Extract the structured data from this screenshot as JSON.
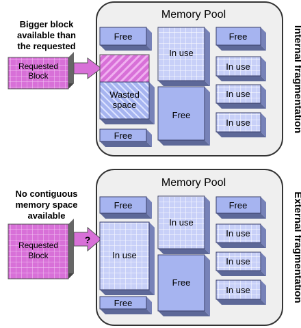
{
  "panels": [
    {
      "title": "Memory Pool",
      "side_label": "Internal fragmentation",
      "caption": [
        "Bigger block",
        "available than",
        "the requested"
      ],
      "request_label": [
        "Requested",
        "Block"
      ],
      "arrow_symbol": "",
      "blocks": [
        {
          "label": "Free",
          "state": "free"
        },
        {
          "label": "",
          "state": "allocated"
        },
        {
          "label": "Wasted space",
          "state": "wasted"
        },
        {
          "label": "Free",
          "state": "free"
        },
        {
          "label": "In use",
          "state": "in-use"
        },
        {
          "label": "Free",
          "state": "free"
        },
        {
          "label": "Free",
          "state": "free"
        },
        {
          "label": "In use",
          "state": "in-use"
        },
        {
          "label": "In use",
          "state": "in-use"
        },
        {
          "label": "In use",
          "state": "in-use"
        }
      ]
    },
    {
      "title": "Memory Pool",
      "side_label": "External fragmentation",
      "caption": [
        "No contiguous",
        "memory space",
        "available"
      ],
      "request_label": [
        "Requested",
        "Block"
      ],
      "arrow_symbol": "?",
      "blocks": [
        {
          "label": "Free",
          "state": "free"
        },
        {
          "label": "In use",
          "state": "in-use"
        },
        {
          "label": "Free",
          "state": "free"
        },
        {
          "label": "In use",
          "state": "in-use"
        },
        {
          "label": "Free",
          "state": "free"
        },
        {
          "label": "Free",
          "state": "free"
        },
        {
          "label": "In use",
          "state": "in-use"
        },
        {
          "label": "In use",
          "state": "in-use"
        },
        {
          "label": "In use",
          "state": "in-use"
        }
      ]
    }
  ],
  "colors": {
    "free_face": "#a6b4f0",
    "in_use_face": "#c8d0f8",
    "block_side": "#7782b8",
    "block_bottom": "#5d6898",
    "request_face": "#d870d8",
    "request_side": "#555555",
    "pool_fill": "#efefef",
    "pool_stroke": "#333333"
  }
}
